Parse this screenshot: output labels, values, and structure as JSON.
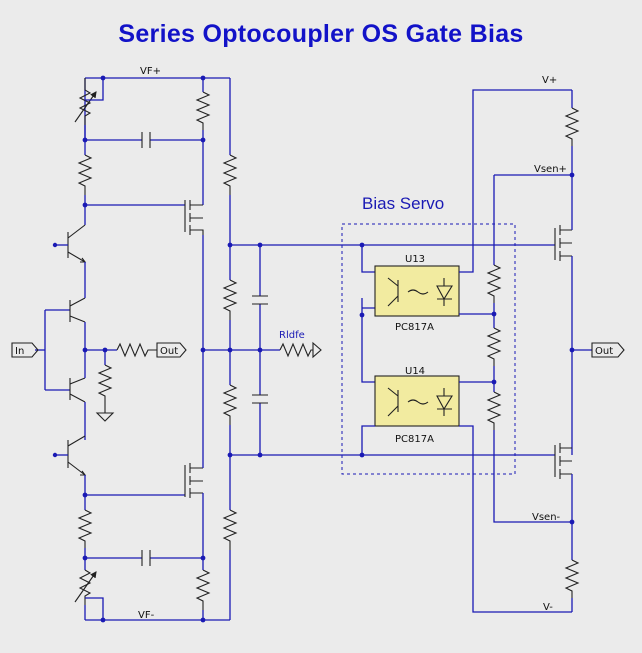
{
  "title": "Series Optocoupler OS Gate Bias",
  "bias_servo_label": "Bias Servo",
  "rails": {
    "vf_plus": "VF+",
    "vf_minus": "VF-",
    "v_plus": "V+",
    "v_minus": "V-",
    "vsen_plus": "Vsen+",
    "vsen_minus": "Vsen-"
  },
  "ports": {
    "input": "In",
    "output_left": "Out",
    "output_right": "Out"
  },
  "load_label": "Rldfe",
  "optocouplers": [
    {
      "ref": "U13",
      "part": "PC817A"
    },
    {
      "ref": "U14",
      "part": "PC817A"
    }
  ],
  "colors": {
    "wire": "#1a1ab4",
    "title": "#1212c8",
    "component": "#222222",
    "opto_body": "#f2eba0",
    "background": "#ebebeb"
  }
}
